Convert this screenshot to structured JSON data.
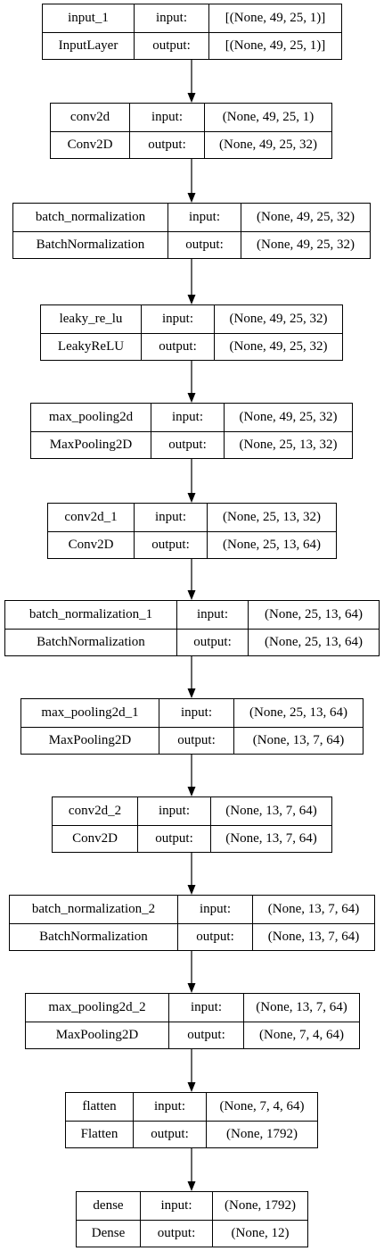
{
  "layers": [
    {
      "name": "input_1",
      "type": "InputLayer",
      "input_label": "input:",
      "output_label": "output:",
      "input": "[(None, 49, 25, 1)]",
      "output": "[(None, 49, 25, 1)]"
    },
    {
      "name": "conv2d",
      "type": "Conv2D",
      "input_label": "input:",
      "output_label": "output:",
      "input": "(None, 49, 25, 1)",
      "output": "(None, 49, 25, 32)"
    },
    {
      "name": "batch_normalization",
      "type": "BatchNormalization",
      "input_label": "input:",
      "output_label": "output:",
      "input": "(None, 49, 25, 32)",
      "output": "(None, 49, 25, 32)"
    },
    {
      "name": "leaky_re_lu",
      "type": "LeakyReLU",
      "input_label": "input:",
      "output_label": "output:",
      "input": "(None, 49, 25, 32)",
      "output": "(None, 49, 25, 32)"
    },
    {
      "name": "max_pooling2d",
      "type": "MaxPooling2D",
      "input_label": "input:",
      "output_label": "output:",
      "input": "(None, 49, 25, 32)",
      "output": "(None, 25, 13, 32)"
    },
    {
      "name": "conv2d_1",
      "type": "Conv2D",
      "input_label": "input:",
      "output_label": "output:",
      "input": "(None, 25, 13, 32)",
      "output": "(None, 25, 13, 64)"
    },
    {
      "name": "batch_normalization_1",
      "type": "BatchNormalization",
      "input_label": "input:",
      "output_label": "output:",
      "input": "(None, 25, 13, 64)",
      "output": "(None, 25, 13, 64)"
    },
    {
      "name": "max_pooling2d_1",
      "type": "MaxPooling2D",
      "input_label": "input:",
      "output_label": "output:",
      "input": "(None, 25, 13, 64)",
      "output": "(None, 13, 7, 64)"
    },
    {
      "name": "conv2d_2",
      "type": "Conv2D",
      "input_label": "input:",
      "output_label": "output:",
      "input": "(None, 13, 7, 64)",
      "output": "(None, 13, 7, 64)"
    },
    {
      "name": "batch_normalization_2",
      "type": "BatchNormalization",
      "input_label": "input:",
      "output_label": "output:",
      "input": "(None, 13, 7, 64)",
      "output": "(None, 13, 7, 64)"
    },
    {
      "name": "max_pooling2d_2",
      "type": "MaxPooling2D",
      "input_label": "input:",
      "output_label": "output:",
      "input": "(None, 13, 7, 64)",
      "output": "(None, 7, 4, 64)"
    },
    {
      "name": "flatten",
      "type": "Flatten",
      "input_label": "input:",
      "output_label": "output:",
      "input": "(None, 7, 4, 64)",
      "output": "(None, 1792)"
    },
    {
      "name": "dense",
      "type": "Dense",
      "input_label": "input:",
      "output_label": "output:",
      "input": "(None, 1792)",
      "output": "(None, 12)"
    }
  ]
}
